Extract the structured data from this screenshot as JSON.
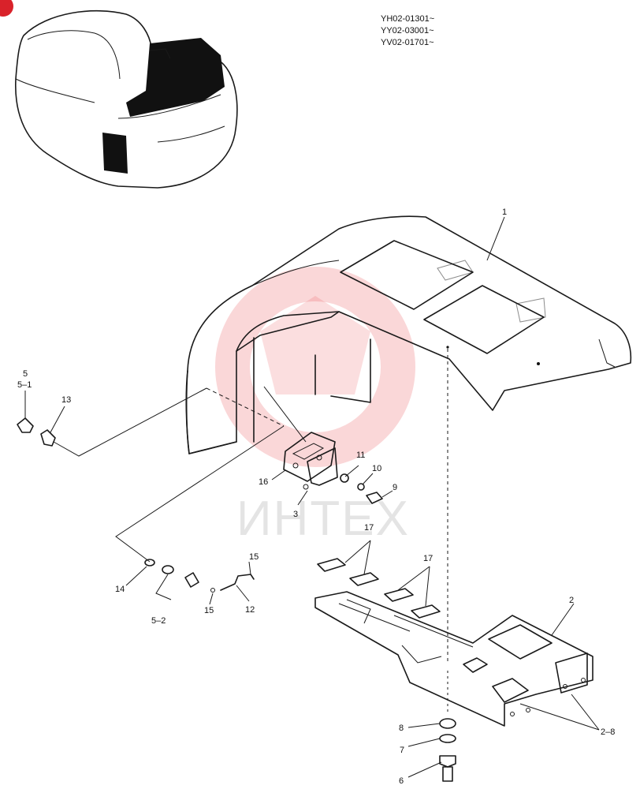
{
  "serials": [
    "YH02-01301~",
    "YY02-03001~",
    "YV02-01701~"
  ],
  "watermark": "ИНТЕХ",
  "callouts": {
    "c1": "1",
    "c2": "2",
    "c2_8": "2–8",
    "c3": "3",
    "c5": "5",
    "c5_1": "5–1",
    "c5_2": "5–2",
    "c6": "6",
    "c7": "7",
    "c8": "8",
    "c9": "9",
    "c10": "10",
    "c11": "11",
    "c12": "12",
    "c13": "13",
    "c14": "14",
    "c15a": "15",
    "c15b": "15",
    "c16": "16",
    "c17a": "17",
    "c17b": "17"
  },
  "colors": {
    "line": "#1a1a1a",
    "watermark": "#e8484d",
    "badge": "#d9222a"
  }
}
